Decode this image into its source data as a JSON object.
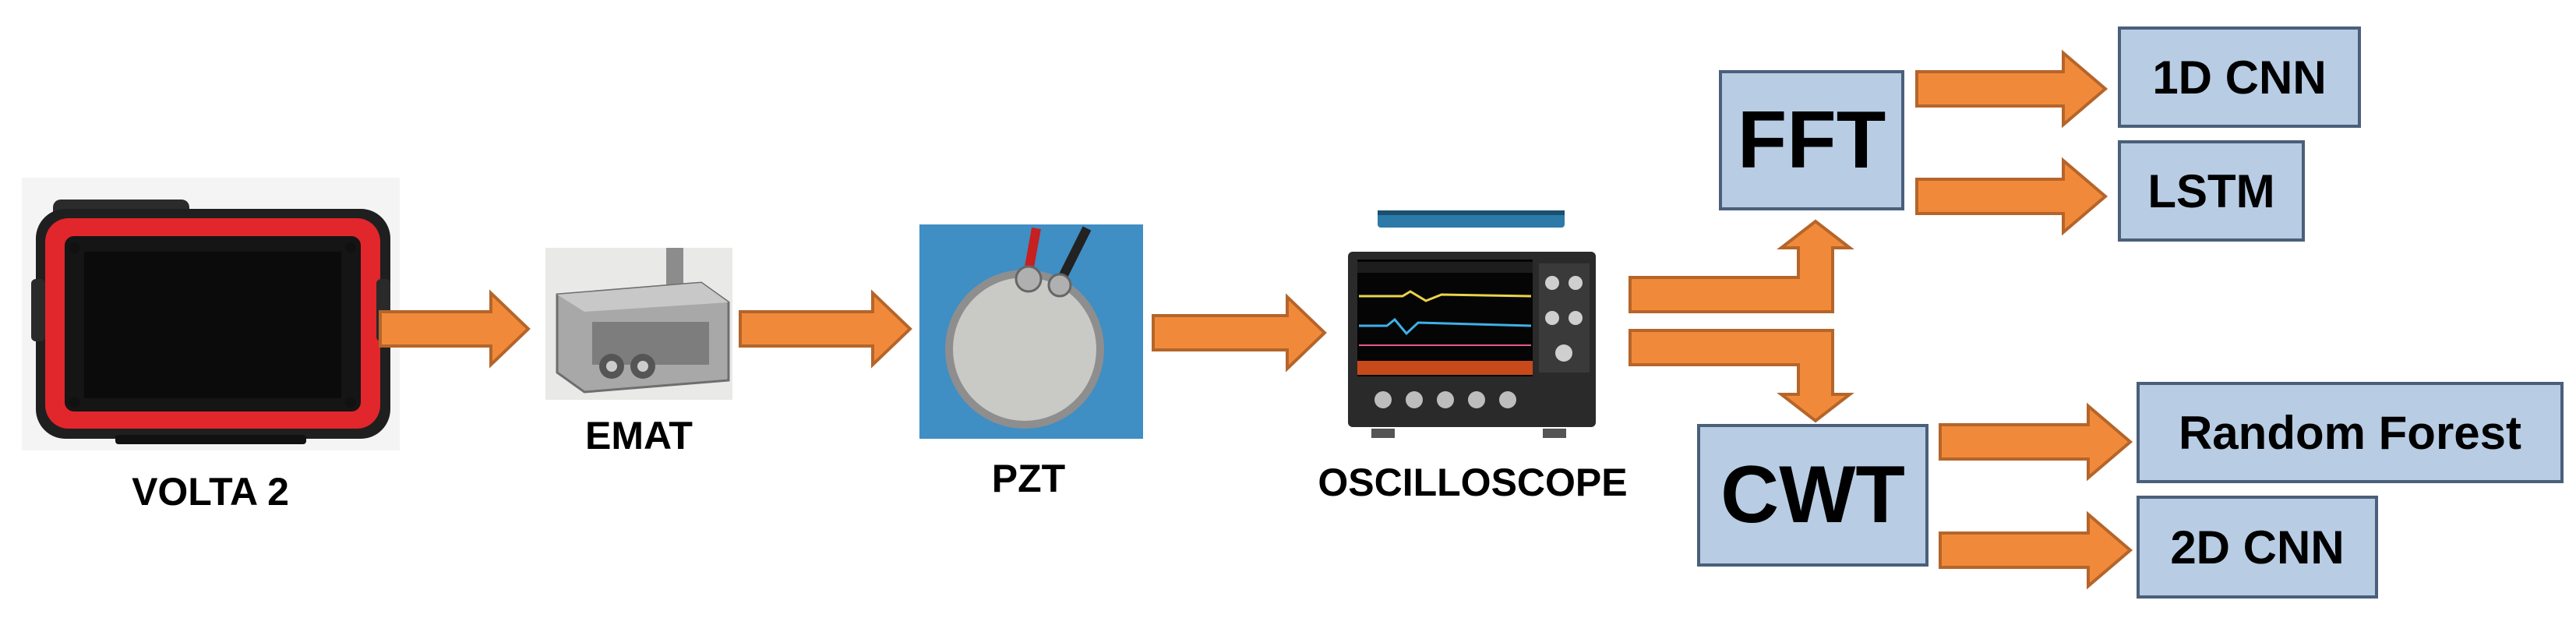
{
  "devices": {
    "volta": {
      "label": "VOLTA 2",
      "icon": "ultrasonic-instrument"
    },
    "emat": {
      "label": "EMAT",
      "icon": "emat-transducer"
    },
    "pzt": {
      "label": "PZT",
      "icon": "piezo-disc"
    },
    "oscilloscope": {
      "label": "OSCILLOSCOPE",
      "icon": "oscilloscope"
    }
  },
  "transforms": {
    "fft": "FFT",
    "cwt": "CWT"
  },
  "models": {
    "cnn1d": "1D CNN",
    "lstm": "LSTM",
    "random_forest": "Random Forest",
    "cnn2d": "2D CNN"
  },
  "colors": {
    "arrow": "#f08a3a",
    "arrow_border": "#b5652a",
    "box_fill": "#b8cce4",
    "box_border": "#4a5f7a"
  }
}
